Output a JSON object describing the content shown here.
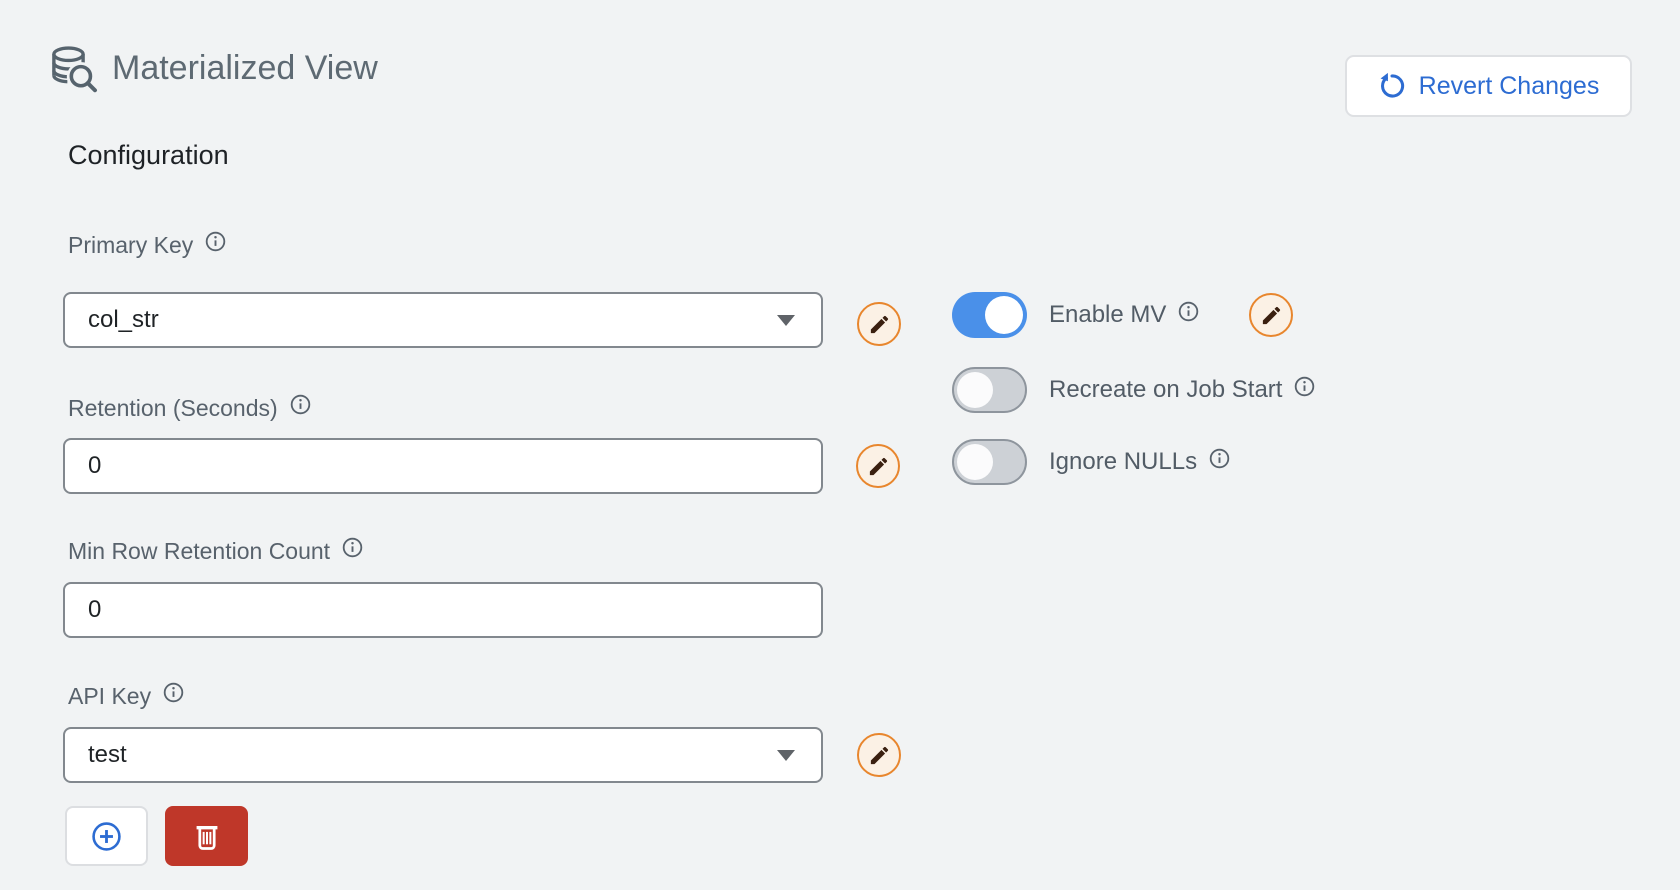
{
  "page": {
    "title": "Materialized View",
    "section_title": "Configuration"
  },
  "header": {
    "revert_label": "Revert Changes"
  },
  "form": {
    "primary_key": {
      "label": "Primary Key",
      "value": "col_str"
    },
    "retention_seconds": {
      "label": "Retention (Seconds)",
      "value": "0"
    },
    "min_row_retention": {
      "label": "Min Row Retention Count",
      "value": "0"
    },
    "api_key": {
      "label": "API Key",
      "value": "test"
    }
  },
  "toggles": {
    "enable_mv": {
      "label": "Enable MV",
      "state": "on"
    },
    "recreate_on_job_start": {
      "label": "Recreate on Job Start",
      "state": "off"
    },
    "ignore_nulls": {
      "label": "Ignore NULLs",
      "state": "off"
    }
  },
  "icons": {
    "header": "database-search-icon",
    "revert": "undo-icon",
    "edit": "pencil-icon",
    "info": "info-icon",
    "add": "plus-circle-icon",
    "delete": "trash-icon",
    "select": "caret-down-icon"
  },
  "colors": {
    "page_bg": "#F1F3F4",
    "accent_blue": "#2D6CD2",
    "toggle_on_blue": "#4A90E9",
    "edit_ring_orange": "#E8862D",
    "edit_bg_cream": "#FBF1E5",
    "delete_red": "#BF3729",
    "field_border": "#82888E",
    "label_gray": "#58626C",
    "title_gray": "#5E6A73"
  }
}
